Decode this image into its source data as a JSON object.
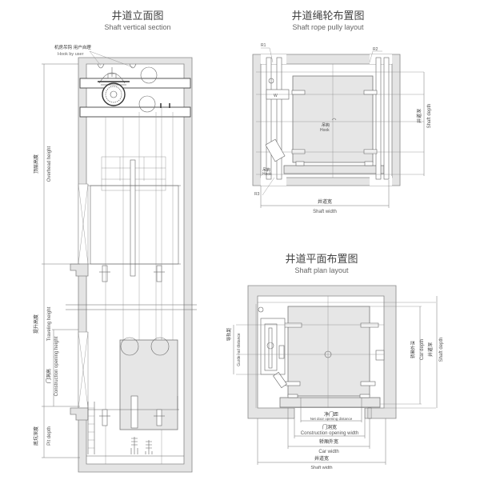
{
  "vertical_section": {
    "title_cn": "井道立面图",
    "title_en": "Shaft vertical section",
    "hook_label_cn": "机房吊钩 用户自理",
    "hook_label_en": "Hook by user",
    "dims": {
      "overhead_cn": "顶层高度",
      "overhead_en": "Overhead height",
      "travel_cn": "提升高度",
      "travel_en": "Traveling height",
      "opening_cn": "门洞高",
      "opening_en": "Construction opening height",
      "pit_cn": "底坑深度",
      "pit_en": "Pit depth"
    }
  },
  "rope_layout": {
    "title_cn": "井道绳轮布置图",
    "title_en": "Shaft rope pully layout",
    "r1_label": "R1",
    "r2_label": "R2",
    "r3_label": "R3",
    "hook_cn": "吊钩",
    "hook_en": "Hook",
    "hook2_cn": "吊钩",
    "hook2_en": "Hook",
    "shaft_depth_cn": "井道深",
    "shaft_depth_en": "Shaft depth",
    "shaft_width_cn": "井道宽",
    "shaft_width_en": "Shaft width"
  },
  "plan_layout": {
    "title_cn": "井道平面布置图",
    "title_en": "Shaft plan layout",
    "guide_rail_cn": "导轨距",
    "guide_rail_en": "Guide rail distance",
    "car_depth_cn": "轿厢外深",
    "car_depth_en": "Car depth",
    "shaft_depth_cn": "井道深",
    "shaft_depth_en": "Shaft depth",
    "net_door_cn": "净门距",
    "net_door_en": "Net door opening distance",
    "opening_width_cn": "门洞宽",
    "opening_width_en": "Construction opening width",
    "car_width_cn": "轿厢外宽",
    "car_width_en": "Car width",
    "shaft_width_cn": "井道宽",
    "shaft_width_en": "Shaft width"
  }
}
